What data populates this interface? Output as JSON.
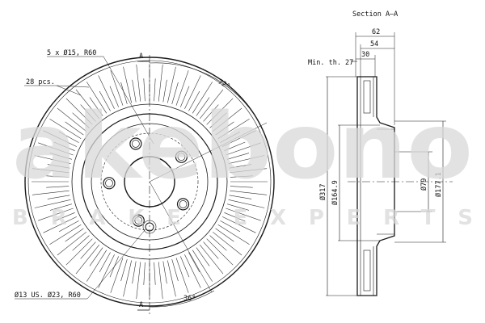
{
  "watermark": {
    "brand": "akebono",
    "tagline": "BRAKE EXPERTS",
    "color": "#d9d9d9"
  },
  "front_view": {
    "bolt_pattern_label": "5 x Ø15, R60",
    "vent_count_label": "28 pcs.",
    "center_hole_label": "Ø13 US. Ø23, R60",
    "angle_top_label": "72°",
    "angle_bottom_label": "36°",
    "section_mark_top": "A",
    "section_mark_bottom": "A"
  },
  "section_view": {
    "title": "Section A–A",
    "min_thickness_label": "Min. th. 27",
    "width_62": "62",
    "width_54": "54",
    "width_30": "30",
    "dia_317": "Ø317",
    "dia_164_9": "Ø164.9",
    "dia_79": "Ø79",
    "dia_177_1": "Ø177.1"
  }
}
